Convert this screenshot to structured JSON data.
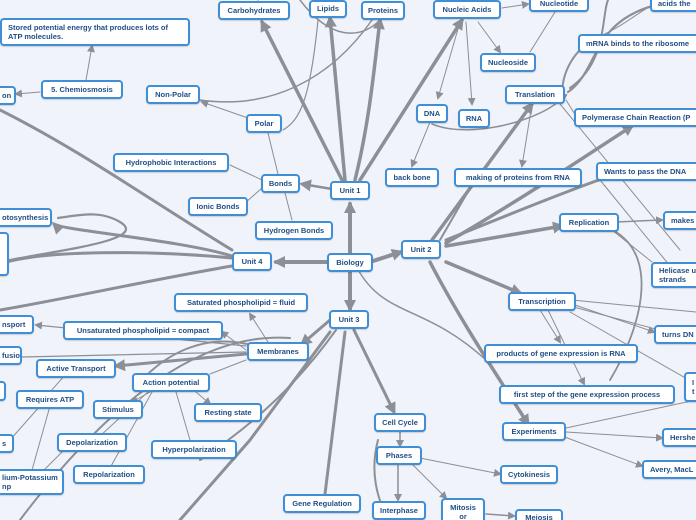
{
  "nodes": [
    {
      "id": "biology",
      "label": "Biology"
    },
    {
      "id": "unit1",
      "label": "Unit 1"
    },
    {
      "id": "unit2",
      "label": "Unit 2"
    },
    {
      "id": "unit3",
      "label": "Unit 3"
    },
    {
      "id": "unit4",
      "label": "Unit 4"
    },
    {
      "id": "carbohydrates",
      "label": "Carbohydrates"
    },
    {
      "id": "lipids",
      "label": "Lipids"
    },
    {
      "id": "proteins",
      "label": "Proteins"
    },
    {
      "id": "nucleic_acids",
      "label": "Nucleic Acids"
    },
    {
      "id": "nucleotide",
      "label": "Nucleotide"
    },
    {
      "id": "acids_the",
      "label": "acids the"
    },
    {
      "id": "mrna_binds",
      "label": "mRNA binds to the ribosome"
    },
    {
      "id": "nucleoside",
      "label": "Nucleoside"
    },
    {
      "id": "dna",
      "label": "DNA"
    },
    {
      "id": "rna",
      "label": "RNA"
    },
    {
      "id": "translation",
      "label": "Translation"
    },
    {
      "id": "pcr",
      "label": "Polymerase Chain Reaction (P"
    },
    {
      "id": "stored_energy",
      "label": "Stored potential energy that produces lots of ATP molecules."
    },
    {
      "id": "chemiosmosis",
      "label": "5. Chemiosmosis"
    },
    {
      "id": "on_stub",
      "label": "on"
    },
    {
      "id": "non_polar",
      "label": "Non-Polar"
    },
    {
      "id": "polar",
      "label": "Polar"
    },
    {
      "id": "hydrophobic",
      "label": "Hydrophobic Interactions"
    },
    {
      "id": "bonds",
      "label": "Bonds"
    },
    {
      "id": "ionic",
      "label": "Ionic Bonds"
    },
    {
      "id": "hydrogen",
      "label": "Hydrogen Bonds"
    },
    {
      "id": "back_bone",
      "label": "back bone"
    },
    {
      "id": "making_proteins",
      "label": "making of proteins from RNA"
    },
    {
      "id": "wants_pass",
      "label": "Wants to pass the DNA"
    },
    {
      "id": "replication",
      "label": "Replication"
    },
    {
      "id": "makes_stub",
      "label": "makes"
    },
    {
      "id": "helicase",
      "label": "Helicase u strands"
    },
    {
      "id": "photosynthesis",
      "label": "otosynthesis"
    },
    {
      "id": "saturated",
      "label": "Saturated phospholipid = fluid"
    },
    {
      "id": "unsaturated",
      "label": "Unsaturated phospholipid = compact"
    },
    {
      "id": "membranes",
      "label": "Membranes"
    },
    {
      "id": "transport_stub",
      "label": "nsport"
    },
    {
      "id": "fusion_stub",
      "label": "fusion"
    },
    {
      "id": "active_transport",
      "label": "Active Transport"
    },
    {
      "id": "action_potential",
      "label": "Action potential"
    },
    {
      "id": "requires_atp",
      "label": "Requires ATP"
    },
    {
      "id": "stimulus",
      "label": "Stimulus"
    },
    {
      "id": "resting",
      "label": "Resting state"
    },
    {
      "id": "s_stub",
      "label": "s"
    },
    {
      "id": "depolarization",
      "label": "Depolarization"
    },
    {
      "id": "hyperpolarization",
      "label": "Hyperpolarization"
    },
    {
      "id": "repolarization",
      "label": "Repolarization"
    },
    {
      "id": "sodium_potassium",
      "label": "lium-Potassium np"
    },
    {
      "id": "transcription",
      "label": "Transcription"
    },
    {
      "id": "turns_dn",
      "label": "turns DN"
    },
    {
      "id": "products_gene",
      "label": "products of gene expression is RNA"
    },
    {
      "id": "first_step",
      "label": "first step of the gene expression process"
    },
    {
      "id": "cell_cycle",
      "label": "Cell Cycle"
    },
    {
      "id": "phases",
      "label": "Phases"
    },
    {
      "id": "experiments",
      "label": "Experiments"
    },
    {
      "id": "hershey",
      "label": "Hershe"
    },
    {
      "id": "avery",
      "label": "Avery, MacL"
    },
    {
      "id": "cytokinesis",
      "label": "Cytokinesis"
    },
    {
      "id": "gene_regulation",
      "label": "Gene Regulation"
    },
    {
      "id": "interphase",
      "label": "Interphase"
    },
    {
      "id": "mitosis",
      "label": "Mitosis or"
    },
    {
      "id": "meiosis",
      "label": "Meiosis"
    },
    {
      "id": "i_stub",
      "label": "I t"
    }
  ]
}
